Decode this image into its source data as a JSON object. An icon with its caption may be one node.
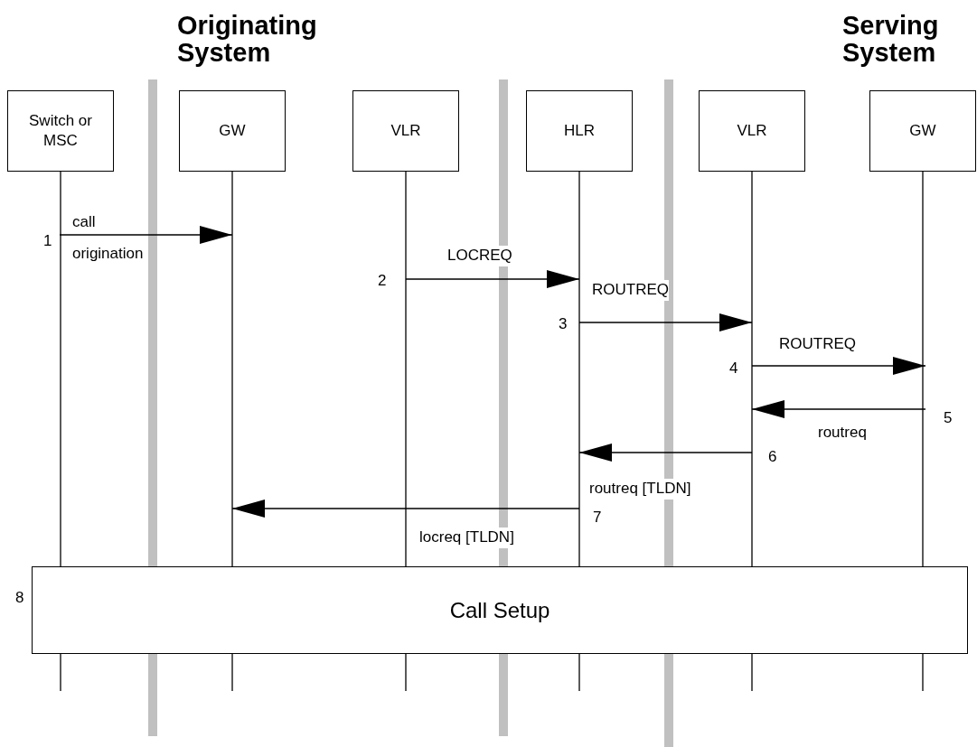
{
  "diagram": {
    "nodes": [
      {
        "text": [
          "Switch or MSC"
        ]
      },
      {
        "text": [
          "GW"
        ]
      },
      {
        "text": [
          "VLR"
        ]
      },
      {
        "text": [
          "HLR"
        ]
      },
      {
        "text": [
          "VLR"
        ]
      },
      {
        "text": [
          "GW"
        ]
      },
      {
        "text": [
          "Call Setup"
        ]
      }
    ],
    "edges": [
      {
        "from": 0,
        "to": 1,
        "arrow": "to",
        "label": "call origination"
      },
      {
        "from": 2,
        "to": 3,
        "arrow": "to",
        "label": "LOCREQ"
      },
      {
        "from": 3,
        "to": 4,
        "arrow": "to",
        "label": "ROUTREQ"
      },
      {
        "from": 4,
        "to": 5,
        "arrow": "to",
        "label": "ROUTREQ"
      },
      {
        "from": 5,
        "to": 4,
        "arrow": "to",
        "label": "routreq"
      },
      {
        "from": 4,
        "to": 3,
        "arrow": "to",
        "label": "routreq [TLDN]"
      },
      {
        "from": 3,
        "to": 1,
        "arrow": "to",
        "label": "locreq [TLDN]"
      }
    ],
    "labels": [
      "Originating System",
      "Serving System",
      "1",
      "2",
      "3",
      "4",
      "5",
      "6",
      "7",
      "8"
    ]
  }
}
